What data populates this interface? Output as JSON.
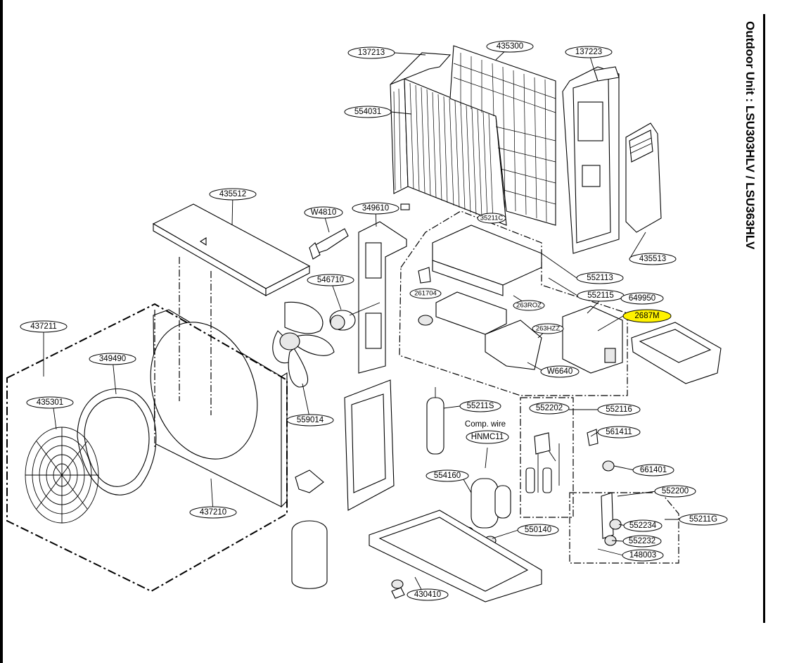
{
  "title": "Outdoor Unit : LSU303HLV / LSU363HLV",
  "highlight_color": "#fff200",
  "note": "Comp. wire",
  "callouts": {
    "c137213": "137213",
    "c435300": "435300",
    "c137223": "137223",
    "c554031": "554031",
    "c435512": "435512",
    "cW4810": "W4810",
    "c349610": "349610",
    "c35211C": "35211C",
    "c552113": "552113",
    "c435513": "435513",
    "c552115": "552115",
    "c261704": "261704",
    "c263ROZ": "263ROZ",
    "c649950": "649950",
    "c2687M": "2687M",
    "c546710": "546710",
    "c437211": "437211",
    "c263HZZ": "263HZZ",
    "c349490": "349490",
    "cW6640": "W6640",
    "c435301": "435301",
    "c559014": "559014",
    "c55211S": "55211S",
    "c552202": "552202",
    "c552116": "552116",
    "cHNMC11": "HNMC11",
    "c561411": "561411",
    "c554160": "554160",
    "c661401": "661401",
    "c552200": "552200",
    "c437210": "437210",
    "c552234": "552234",
    "c55211G": "55211G",
    "c550140": "550140",
    "c552232": "552232",
    "c148003": "148003",
    "c430410": "430410"
  }
}
